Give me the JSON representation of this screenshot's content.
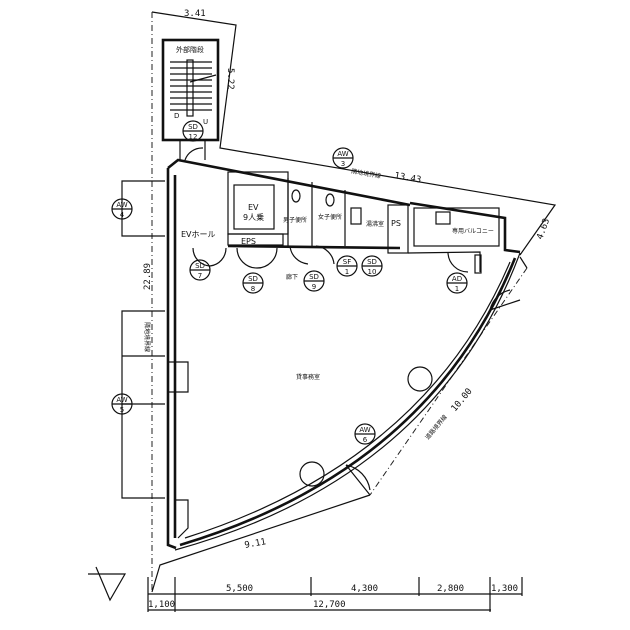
{
  "rooms": {
    "stairs": "外部階段",
    "ev": "EV",
    "ev_capacity": "9人乗",
    "ev_hall": "EVホール",
    "eps": "EPS",
    "mens_wc": "男子便所",
    "womens_wc": "女子便所",
    "kitchenette": "湯沸室",
    "ps": "PS",
    "balcony": "専用バルコニー",
    "corridor": "廊下",
    "office": "貸事務室",
    "stair_down": "D",
    "stair_up": "U"
  },
  "boundaries": {
    "top_left": "3.41",
    "stair_side": "5.22",
    "north_label": "隣地境界線",
    "north": "13.43",
    "east": "4.63",
    "west_label": "隣地境界線",
    "west": "22.89",
    "arc_label": "道路境界線",
    "arc": "10.00",
    "south": "9.11"
  },
  "tags": [
    {
      "type": "SD",
      "num": "12"
    },
    {
      "type": "AW",
      "num": "3"
    },
    {
      "type": "AW",
      "num": "4"
    },
    {
      "type": "SD",
      "num": "7"
    },
    {
      "type": "SD",
      "num": "8"
    },
    {
      "type": "SD",
      "num": "9"
    },
    {
      "type": "SF",
      "num": "1"
    },
    {
      "type": "SD",
      "num": "10"
    },
    {
      "type": "AD",
      "num": "1"
    },
    {
      "type": "AW",
      "num": "5"
    },
    {
      "type": "AW",
      "num": "6"
    }
  ],
  "dimensions": {
    "top_row": [
      "5,500",
      "4,300",
      "2,800",
      "1,300"
    ],
    "bottom_row": [
      "1,100",
      "12,700"
    ]
  }
}
